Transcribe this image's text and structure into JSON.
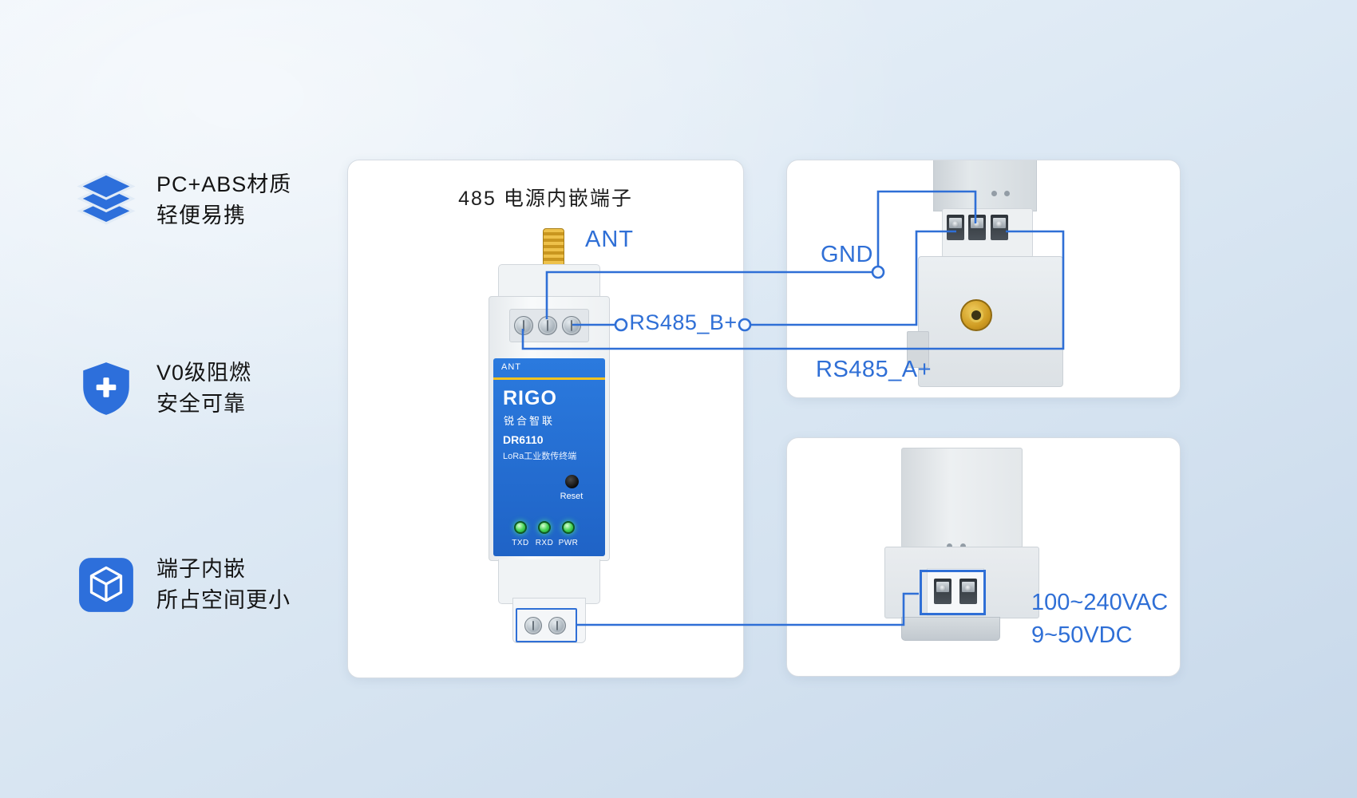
{
  "colors": {
    "accent_blue": "#2f6fd6",
    "icon_blue": "#2d6fdb",
    "device_panel_blue": "#2673d6",
    "stripe_yellow": "#f3c320",
    "led_green": "#3ec24e",
    "antenna_gold": "#d6a32b"
  },
  "features": [
    {
      "icon": "layers-icon",
      "line1": "PC+ABS材质",
      "line2": "轻便易携"
    },
    {
      "icon": "shield-plus-icon",
      "line1": "V0级阻燃",
      "line2": "安全可靠"
    },
    {
      "icon": "cube-icon",
      "line1": "端子内嵌",
      "line2": "所占空间更小"
    }
  ],
  "center_panel": {
    "title": "485 电源内嵌端子",
    "ant_label": "ANT",
    "device": {
      "port_label": "ANT",
      "brand_logo": "RIGO",
      "brand_cn": "锐合智联",
      "model": "DR6110",
      "model_desc": "LoRa工业数传终端",
      "reset_label": "Reset",
      "led_labels": [
        "TXD",
        "RXD",
        "PWR"
      ]
    }
  },
  "wiring": {
    "gnd": "GND",
    "rs485_b": "RS485_B+",
    "rs485_a": "RS485_A+"
  },
  "power": {
    "line1": "100~240VAC",
    "line2": "9~50VDC"
  }
}
